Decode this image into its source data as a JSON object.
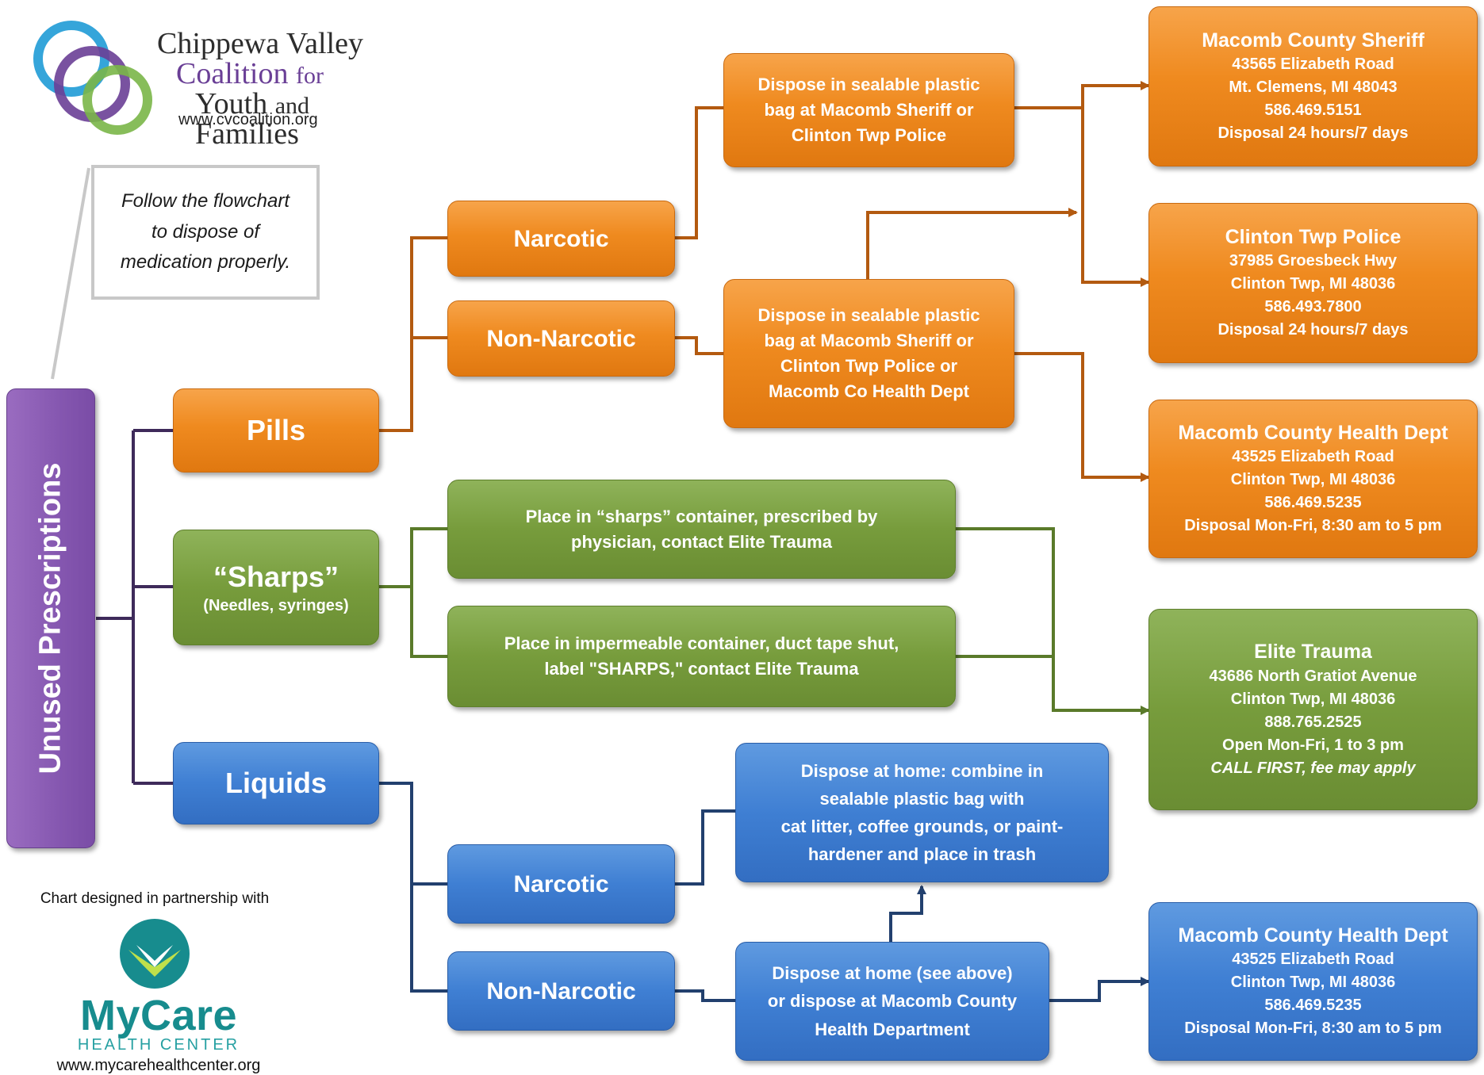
{
  "header": {
    "org_line1": "Chippewa Valley",
    "org_line2_a": "Coalition",
    "org_line2_b": "for",
    "org_line3_a": "Youth",
    "org_line3_b": "and",
    "org_line3_c": "Families",
    "url": "www.cvcoalition.org"
  },
  "note": {
    "line1": "Follow the flowchart",
    "line2": "to dispose of",
    "line3": "medication properly."
  },
  "root": {
    "label": "Unused Prescriptions"
  },
  "categories": {
    "pills": "Pills",
    "sharps": "“Sharps”",
    "sharps_sub": "(Needles, syringes)",
    "liquids": "Liquids"
  },
  "pills": {
    "narcotic": "Narcotic",
    "non_narcotic": "Non-Narcotic",
    "narcotic_action": [
      "Dispose in sealable plastic",
      "bag at Macomb Sheriff or",
      "Clinton Twp Police"
    ],
    "non_narcotic_action": [
      "Dispose in sealable plastic",
      "bag at Macomb Sheriff or",
      "Clinton Twp Police or",
      "Macomb Co Health Dept"
    ]
  },
  "sharps": {
    "option1": [
      "Place in “sharps” container, prescribed by",
      "physician, contact Elite Trauma"
    ],
    "option2": [
      "Place in impermeable container, duct tape shut,",
      "label \"SHARPS,\" contact Elite Trauma"
    ]
  },
  "liquids": {
    "narcotic": "Narcotic",
    "non_narcotic": "Non-Narcotic",
    "narcotic_action": [
      "Dispose at home: combine in",
      "sealable plastic bag with",
      "cat litter, coffee grounds, or paint-",
      "hardener and place in trash"
    ],
    "non_narcotic_action": [
      "Dispose at home (see above)",
      "or dispose at Macomb County",
      "Health Department"
    ]
  },
  "destinations": {
    "sheriff": {
      "title": "Macomb County Sheriff",
      "lines": [
        "43565 Elizabeth Road",
        "Mt. Clemens, MI 48043",
        "586.469.5151",
        "Disposal 24 hours/7 days"
      ]
    },
    "police": {
      "title": "Clinton Twp Police",
      "lines": [
        "37985 Groesbeck Hwy",
        "Clinton Twp, MI 48036",
        "586.493.7800",
        "Disposal 24 hours/7 days"
      ]
    },
    "health_pills": {
      "title": "Macomb County Health Dept",
      "lines": [
        "43525 Elizabeth Road",
        "Clinton Twp, MI 48036",
        "586.469.5235",
        "Disposal Mon-Fri, 8:30 am to 5 pm"
      ]
    },
    "elite": {
      "title": "Elite Trauma",
      "lines": [
        "43686 North Gratiot Avenue",
        "Clinton Twp, MI 48036",
        "888.765.2525",
        "Open Mon-Fri, 1 to 3 pm"
      ],
      "note": "CALL FIRST, fee may apply"
    },
    "health_liquids": {
      "title": "Macomb County Health Dept",
      "lines": [
        "43525 Elizabeth Road",
        "Clinton Twp, MI 48036",
        "586.469.5235",
        "Disposal Mon-Fri, 8:30 am to 5 pm"
      ]
    }
  },
  "footer": {
    "partner_text": "Chart designed in partnership with",
    "brand": "MyCare",
    "brand_sub": "HEALTH CENTER",
    "url": "www.mycarehealthcenter.org"
  },
  "colors": {
    "orange": "#ef8a1f",
    "orange_line": "#b35a10",
    "green": "#779c3c",
    "green_line": "#5a7a2a",
    "blue": "#3f7fd3",
    "blue_line": "#22406e",
    "purple": "#8557b0",
    "purple_line": "#3e2a5a",
    "teal": "#178c8e"
  }
}
